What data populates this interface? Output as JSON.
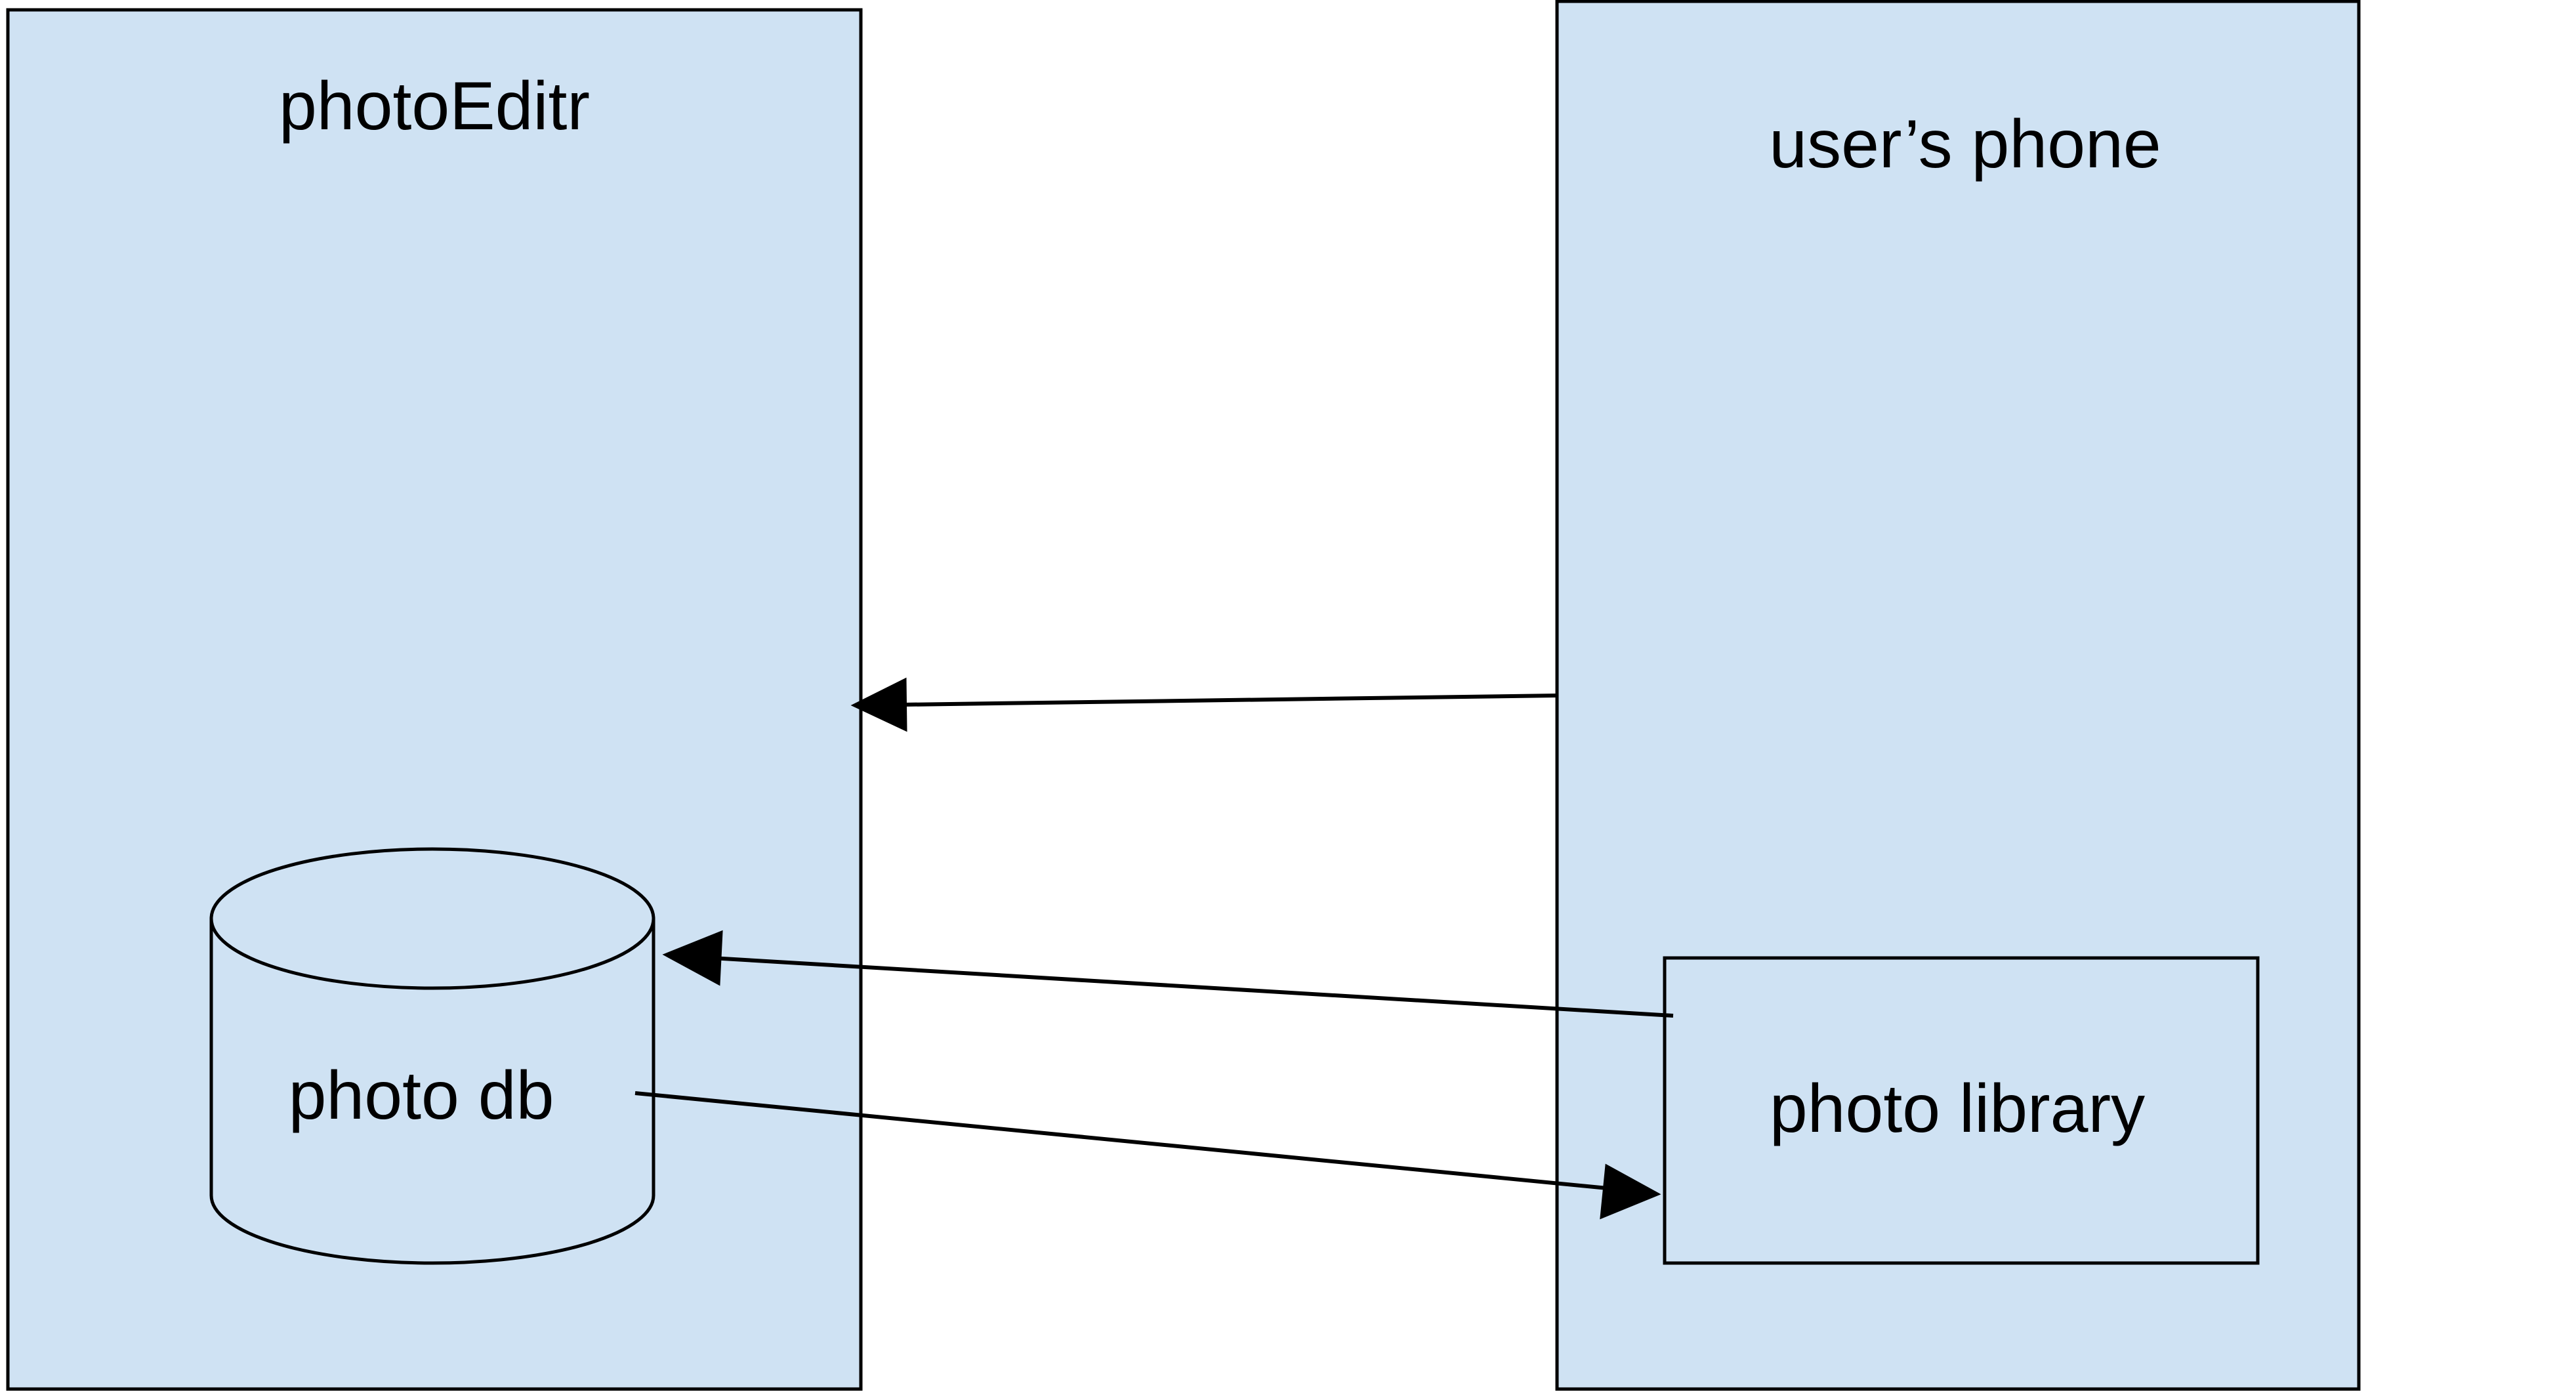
{
  "colors": {
    "fill": "#cfe2f3",
    "stroke": "#000000",
    "background": "#ffffff"
  },
  "nodes": {
    "photo_editr": {
      "label": "photoEditr"
    },
    "users_phone": {
      "label": "user’s phone"
    },
    "photo_db": {
      "label": "photo db"
    },
    "photo_library": {
      "label": "photo library"
    }
  },
  "edges": [
    {
      "from": "users_phone",
      "to": "photo_editr"
    },
    {
      "from": "photo_library",
      "to": "photo_db"
    },
    {
      "from": "photo_db",
      "to": "photo_library"
    }
  ]
}
